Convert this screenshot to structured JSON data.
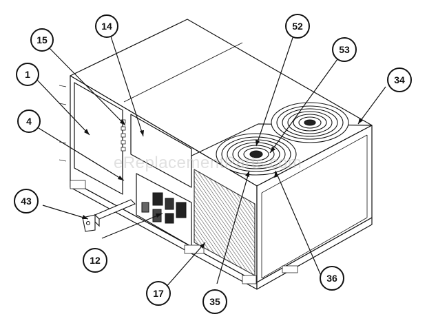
{
  "watermark": "eReplacementParts.com",
  "callouts": {
    "c1": "1",
    "c4": "4",
    "c15": "15",
    "c14": "14",
    "c43": "43",
    "c12": "12",
    "c17": "17",
    "c35": "35",
    "c36": "36",
    "c34": "34",
    "c52": "52",
    "c53": "53"
  }
}
